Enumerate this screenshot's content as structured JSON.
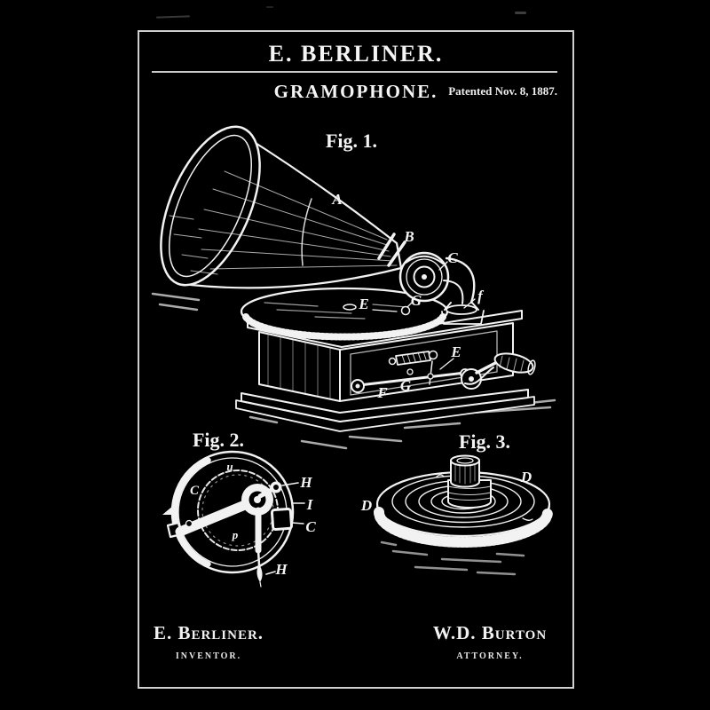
{
  "palette": {
    "background": "#000000",
    "ink": "#f2f2f2",
    "frame": "#cfcfcf"
  },
  "header": {
    "inventor_title": "E. BERLINER.",
    "invention_title": "GRAMOPHONE.",
    "patent_date": "Patented Nov. 8, 1887."
  },
  "fig1": {
    "caption": "Fig. 1.",
    "labels": {
      "horn": "A",
      "horn_neck": "B",
      "sound_box": "C",
      "elbow_arm": "f",
      "record_plate": "E",
      "center_pin": "G",
      "crank_shaft": "E",
      "feed_screw": "G",
      "guide_rod": "F"
    }
  },
  "fig2": {
    "caption": "Fig. 2.",
    "labels": {
      "case_top": "u",
      "case_left": "C",
      "diaphragm": "p",
      "pivot": "H",
      "ring": "I",
      "bracket": "C",
      "stylus": "H"
    }
  },
  "fig3": {
    "caption": "Fig. 3.",
    "labels": {
      "rim_left": "D",
      "rim_right": "D"
    }
  },
  "footer": {
    "inventor_name": "E. Berliner.",
    "inventor_role": "INVENTOR.",
    "attorney_name": "W.D. Burton",
    "attorney_role": "ATTORNEY."
  }
}
